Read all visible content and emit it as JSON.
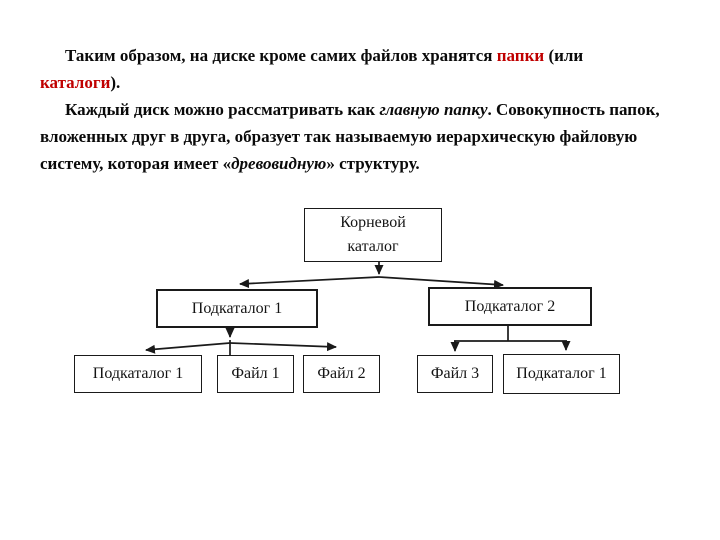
{
  "slide": {
    "background": "#ffffff"
  },
  "colors": {
    "text": "#0a0a0a",
    "accent_red": "#c00000",
    "line": "#1a1a1a"
  },
  "text": {
    "p1": {
      "s1": "Таким образом, на диске кроме самих файлов хранятся ",
      "s2": "папки",
      "s3": " (или ",
      "s4": "каталоги",
      "s5": ")."
    },
    "p2": {
      "s1": "Каждый диск можно рассматривать как ",
      "s2": "главную папку",
      "s3": ". Совокупность папок, вложенных друг в друга, образует так называемую иерархическую файловую систему, которая имеет «",
      "s4": "древовидную",
      "s5": "» структуру."
    }
  },
  "diagram": {
    "root": {
      "label": "Корневой каталог"
    },
    "level1": [
      {
        "label": "Подкаталог 1"
      },
      {
        "label": "Подкаталог 2"
      }
    ],
    "level2_left": [
      {
        "label": "Подкаталог 1"
      },
      {
        "label": "Файл 1"
      },
      {
        "label": "Файл 2"
      }
    ],
    "level2_right": [
      {
        "label": "Файл 3"
      },
      {
        "label": "Подкаталог 1"
      }
    ]
  }
}
